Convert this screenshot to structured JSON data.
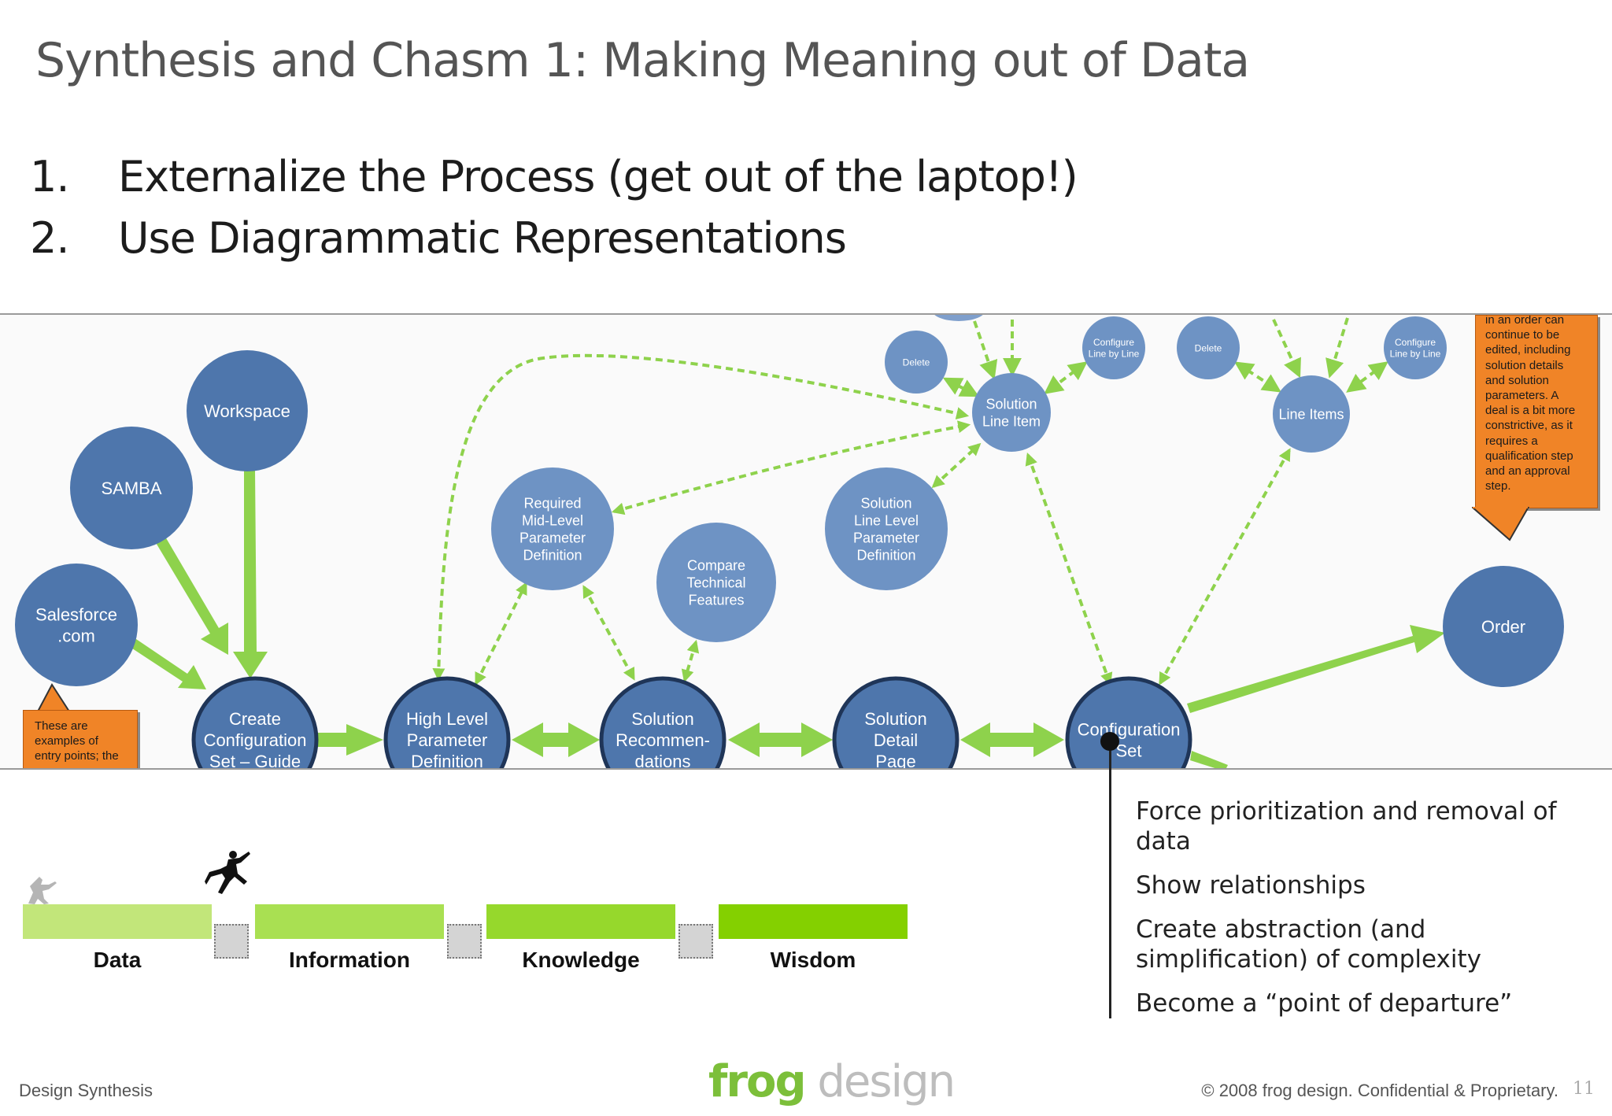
{
  "slide": {
    "title": "Synthesis and Chasm 1: Making Meaning out of Data",
    "bullets": [
      {
        "num": "1.",
        "text": "Externalize the Process (get out of the laptop!)"
      },
      {
        "num": "2.",
        "text": "Use Diagrammatic Representations"
      }
    ]
  },
  "diagram": {
    "nodes": [
      {
        "id": "workspace",
        "lines": [
          "Workspace"
        ]
      },
      {
        "id": "samba",
        "lines": [
          "SAMBA"
        ]
      },
      {
        "id": "salesforce",
        "lines": [
          "Salesforce",
          ".com"
        ]
      },
      {
        "id": "create-config",
        "lines": [
          "Create",
          "Configuration",
          "Set – Guide"
        ]
      },
      {
        "id": "high-level",
        "lines": [
          "High Level",
          "Parameter",
          "Definition"
        ]
      },
      {
        "id": "solution-recs",
        "lines": [
          "Solution",
          "Recommen-",
          "dations"
        ]
      },
      {
        "id": "solution-detail",
        "lines": [
          "Solution",
          "Detail",
          "Page"
        ]
      },
      {
        "id": "config-set",
        "lines": [
          "Configuration",
          "Set"
        ]
      },
      {
        "id": "order",
        "lines": [
          "Order"
        ]
      },
      {
        "id": "required-mid",
        "lines": [
          "Required",
          "Mid-Level",
          "Parameter",
          "Definition"
        ]
      },
      {
        "id": "compare-tech",
        "lines": [
          "Compare",
          "Technical",
          "Features"
        ]
      },
      {
        "id": "solution-line-param",
        "lines": [
          "Solution",
          "Line Level",
          "Parameter",
          "Definition"
        ]
      },
      {
        "id": "solution-line-item",
        "lines": [
          "Solution",
          "Line Item"
        ]
      },
      {
        "id": "line-items",
        "lines": [
          "Line Items"
        ]
      },
      {
        "id": "delete-1",
        "lines": [
          "Delete"
        ]
      },
      {
        "id": "configure-1",
        "lines": [
          "Configure",
          "Line by Line"
        ]
      },
      {
        "id": "delete-2",
        "lines": [
          "Delete"
        ]
      },
      {
        "id": "configure-2",
        "lines": [
          "Configure",
          "Line by Line"
        ]
      }
    ],
    "callouts": {
      "order_note": [
        "in an order can",
        "continue to be",
        "edited, including",
        "solution details",
        "and solution",
        "parameters. A",
        "deal is a bit more",
        "constrictive, as it",
        "requires a",
        "qualification step",
        "and an approval",
        "step."
      ],
      "entry_note": [
        "These are",
        "examples of",
        "entry points; the"
      ]
    }
  },
  "scale": {
    "stages": [
      {
        "label": "Data",
        "color": "#c2e67a"
      },
      {
        "label": "Information",
        "color": "#a9e052"
      },
      {
        "label": "Knowledge",
        "color": "#96d82c"
      },
      {
        "label": "Wisdom",
        "color": "#84d000"
      }
    ]
  },
  "points": [
    "Force prioritization and removal of data",
    "Show relationships",
    "Create abstraction (and simplification) of complexity",
    "Become a “point of departure”"
  ],
  "footer": {
    "left": "Design Synthesis",
    "logo_frog": "frog",
    "logo_design": "design",
    "right": "© 2008 frog design. Confidential & Proprietary.",
    "page": "11"
  },
  "colors": {
    "node_dark": "#4e76ac",
    "node_light": "#6e93c4",
    "node_border": "#1f3558",
    "arrow_green": "#8ed24c",
    "callout_orange": "#f08427"
  }
}
